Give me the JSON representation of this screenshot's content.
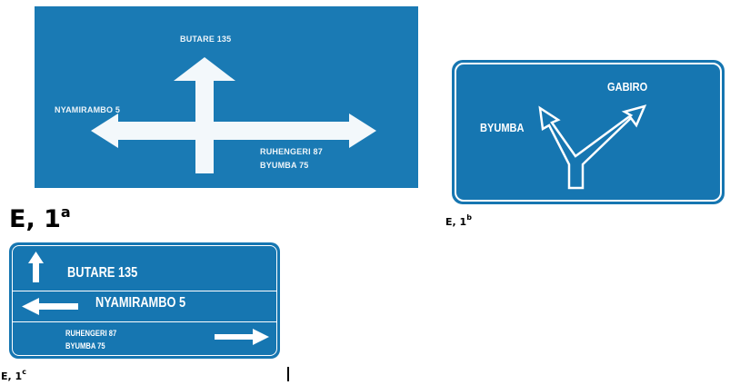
{
  "colors": {
    "sign_blue": "#1a7ab4",
    "sign_text": "#ffffff"
  },
  "sign_a": {
    "caption_main": "E, 1",
    "caption_sup": "a",
    "top_label": "BUTARE 135",
    "left_label": "NYAMIRAMBO 5",
    "right_label_1": "RUHENGERI 87",
    "right_label_2": "BYUMBA 75"
  },
  "sign_b": {
    "caption_main": "E, 1",
    "caption_sup": "b",
    "right_label": "GABIRO",
    "left_label": "BYUMBA"
  },
  "sign_c": {
    "caption_main": "E, 1",
    "caption_sup": "c",
    "row1_label": "BUTARE 135",
    "row2_label": "NYAMIRAMBO 5",
    "row3_label_1": "RUHENGERI 87",
    "row3_label_2": "BYUMBA 75"
  }
}
